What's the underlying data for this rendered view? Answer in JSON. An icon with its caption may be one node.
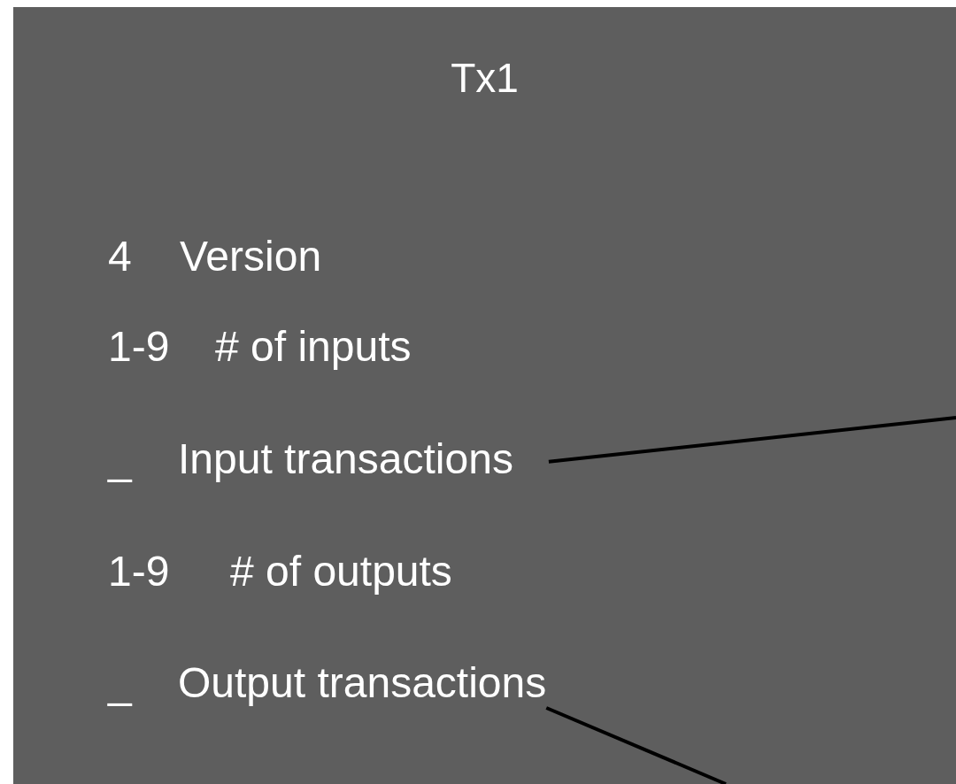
{
  "diagram": {
    "nodes": [
      {
        "text": [
          "Tx1"
        ]
      },
      {
        "text": [
          "Input transactions"
        ],
        "in": 0
      },
      {
        "text": [
          "Output transactions"
        ],
        "in": 0
      }
    ],
    "edges": [
      {
        "from": 1,
        "to": null,
        "arrow": "none"
      },
      {
        "from": 2,
        "to": null,
        "arrow": "none"
      }
    ],
    "labels": [
      "4",
      "Version",
      "1-9",
      "# of inputs",
      "_",
      "1-9",
      "# of outputs",
      "_"
    ]
  }
}
